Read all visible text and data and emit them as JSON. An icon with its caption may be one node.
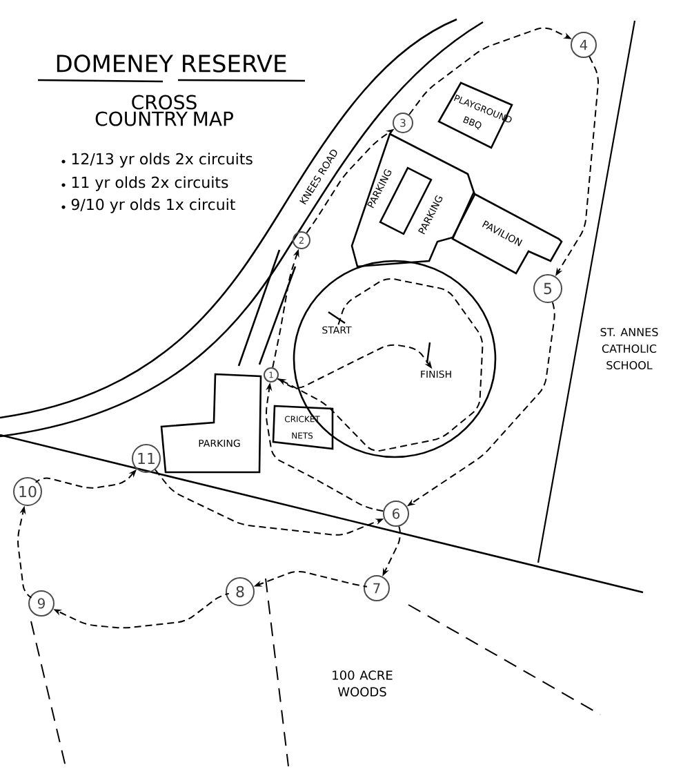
{
  "diagram": {
    "title": "DOMENEY RESERVE",
    "nodes": [
      {
        "text": [
          "PARKING",
          "PARKING"
        ]
      },
      {
        "text": [],
        "shape": "box",
        "in": 0
      },
      {
        "text": [
          "PLAYGROUND BBQ"
        ]
      },
      {
        "text": [
          "PAVILION"
        ]
      },
      {
        "text": [],
        "shape": "circle"
      },
      {
        "text": [
          "START"
        ],
        "in": 4
      },
      {
        "text": [
          "FINISH"
        ],
        "in": 4
      },
      {
        "text": [
          "CRICKET NETS"
        ]
      },
      {
        "text": [
          "PARKING"
        ]
      },
      {
        "text": [
          "1"
        ]
      },
      {
        "text": [
          "2"
        ]
      },
      {
        "text": [
          "3"
        ]
      },
      {
        "text": [
          "4"
        ]
      },
      {
        "text": [
          "5"
        ]
      },
      {
        "text": [
          "6"
        ]
      },
      {
        "text": [
          "7"
        ]
      },
      {
        "text": [
          "8"
        ]
      },
      {
        "text": [
          "9"
        ]
      },
      {
        "text": [
          "10"
        ]
      },
      {
        "text": [
          "11"
        ]
      }
    ],
    "edges": [
      {
        "from": 5,
        "to": 9,
        "arrow": "to",
        "style": "dashed"
      },
      {
        "from": 9,
        "to": 10,
        "arrow": "to",
        "style": "dashed"
      },
      {
        "from": 10,
        "to": 11,
        "arrow": "to",
        "style": "dashed"
      },
      {
        "from": 11,
        "to": 12,
        "arrow": "to",
        "style": "dashed"
      },
      {
        "from": 12,
        "to": 13,
        "arrow": "to",
        "style": "dashed"
      },
      {
        "from": 13,
        "to": 14,
        "arrow": "to",
        "style": "dashed"
      },
      {
        "from": 14,
        "to": 15,
        "arrow": "to",
        "style": "dashed"
      },
      {
        "from": 15,
        "to": 16,
        "arrow": "to",
        "style": "dashed"
      },
      {
        "from": 16,
        "to": 17,
        "arrow": "to",
        "style": "dashed"
      },
      {
        "from": 17,
        "to": 18,
        "arrow": "to",
        "style": "dashed"
      },
      {
        "from": 18,
        "to": 19,
        "arrow": "to",
        "style": "dashed"
      },
      {
        "from": 19,
        "to": 14,
        "arrow": "to",
        "style": "dashed"
      },
      {
        "from": 14,
        "to": 9,
        "arrow": "to",
        "style": "dashed"
      },
      {
        "from": 9,
        "to": 6,
        "arrow": "to",
        "style": "dashed"
      }
    ],
    "labels": [
      "CROSS COUNTRY MAP",
      "12/13 yr olds 2x circuits",
      "11 yr olds 2x circuits",
      "9/10 yr olds 1x circuit",
      "KNEES ROAD",
      "ST. ANNES CATHOLIC SCHOOL",
      "100 ACRE WOODS"
    ]
  }
}
